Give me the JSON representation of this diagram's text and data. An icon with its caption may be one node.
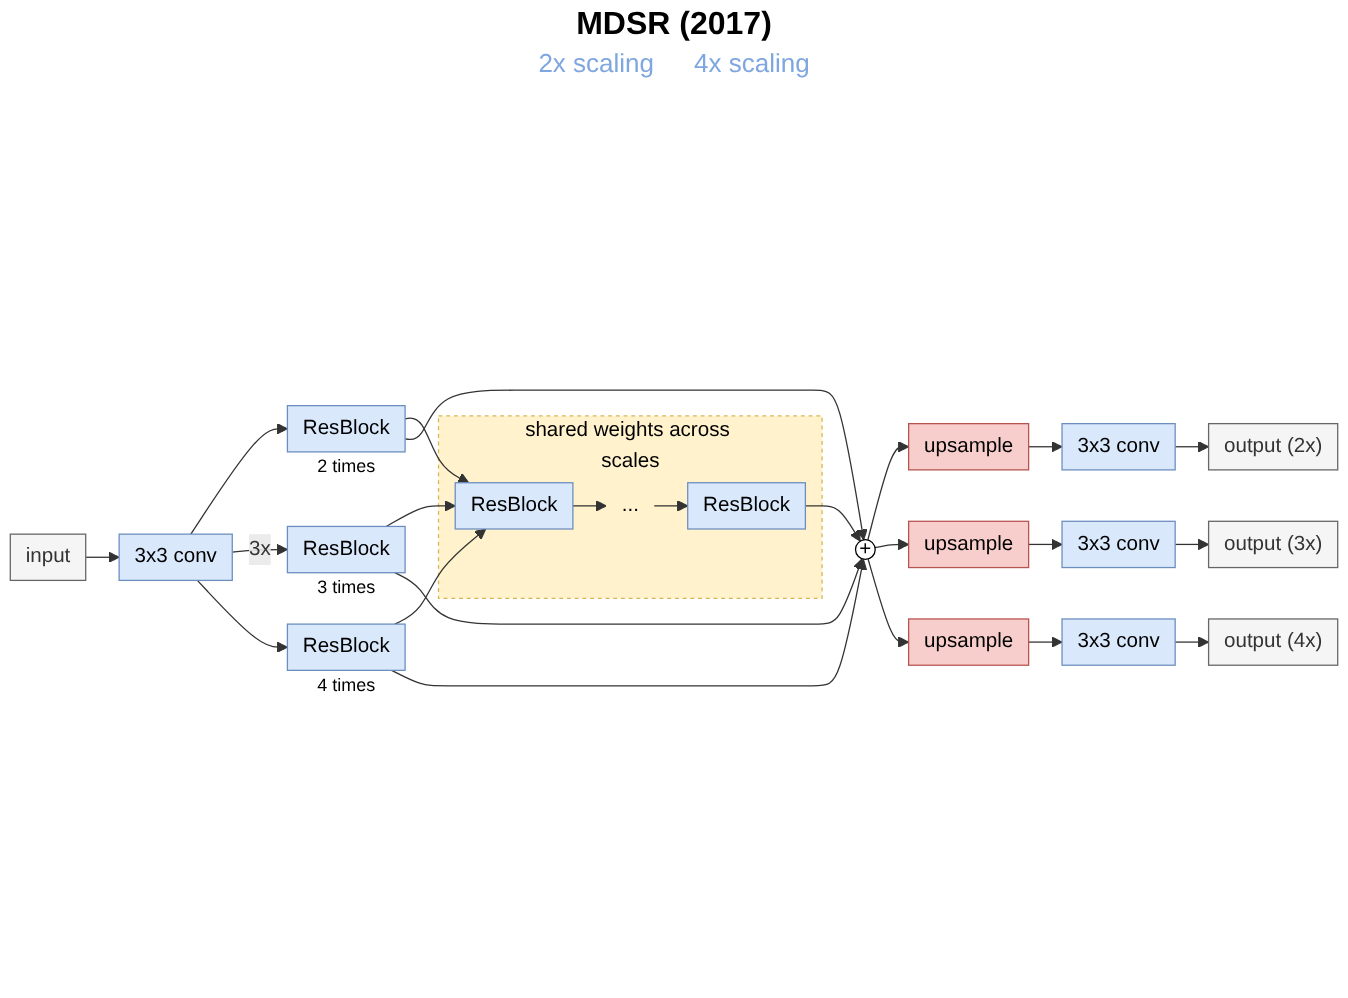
{
  "diagram": {
    "title": "MDSR (2017)",
    "nodes": [
      {
        "text": [
          "input"
        ]
      },
      {
        "text": [
          "3x3 conv"
        ]
      },
      {
        "text": [
          "ResBlock"
        ],
        "beside": [
          "2 times"
        ]
      },
      {
        "text": [
          "ResBlock"
        ],
        "beside": [
          "3 times"
        ]
      },
      {
        "text": [
          "ResBlock"
        ],
        "beside": [
          "4 times"
        ]
      },
      {
        "text": [
          "shared weights across scales"
        ]
      },
      {
        "text": [
          "ResBlock"
        ],
        "in": 5
      },
      {
        "text": [
          "..."
        ],
        "in": 5
      },
      {
        "text": [
          "ResBlock"
        ],
        "in": 5
      },
      {
        "text": [
          "+"
        ]
      },
      {
        "text": [
          "upsample"
        ]
      },
      {
        "text": [
          "3x3 conv"
        ]
      },
      {
        "text": [
          "output (2x)"
        ]
      },
      {
        "text": [
          "upsample"
        ]
      },
      {
        "text": [
          "3x3 conv"
        ]
      },
      {
        "text": [
          "output (3x)"
        ]
      },
      {
        "text": [
          "upsample"
        ]
      },
      {
        "text": [
          "3x3 conv"
        ]
      },
      {
        "text": [
          "output (4x)"
        ]
      }
    ],
    "edges": [
      {
        "from": 0,
        "to": 1,
        "arrow": "to"
      },
      {
        "from": 1,
        "to": 2,
        "arrow": "to"
      },
      {
        "from": 1,
        "to": 3,
        "arrow": "to",
        "label": "3x"
      },
      {
        "from": 1,
        "to": 4,
        "arrow": "to"
      },
      {
        "from": 2,
        "to": 6,
        "arrow": "to"
      },
      {
        "from": 3,
        "to": 6,
        "arrow": "to"
      },
      {
        "from": 4,
        "to": 6,
        "arrow": "to"
      },
      {
        "from": 2,
        "to": 9,
        "arrow": "to"
      },
      {
        "from": 3,
        "to": 9,
        "arrow": "to"
      },
      {
        "from": 4,
        "to": 9,
        "arrow": "to"
      },
      {
        "from": 6,
        "to": 7,
        "arrow": "to"
      },
      {
        "from": 7,
        "to": 8,
        "arrow": "to"
      },
      {
        "from": 8,
        "to": 9,
        "arrow": "to"
      },
      {
        "from": 9,
        "to": 10,
        "arrow": "to"
      },
      {
        "from": 9,
        "to": 13,
        "arrow": "to"
      },
      {
        "from": 9,
        "to": 16,
        "arrow": "to"
      },
      {
        "from": 10,
        "to": 11,
        "arrow": "to"
      },
      {
        "from": 11,
        "to": 12,
        "arrow": "to"
      },
      {
        "from": 13,
        "to": 14,
        "arrow": "to"
      },
      {
        "from": 14,
        "to": 15,
        "arrow": "to"
      },
      {
        "from": 16,
        "to": 17,
        "arrow": "to"
      },
      {
        "from": 17,
        "to": 18,
        "arrow": "to"
      }
    ],
    "labels": [
      "2x scaling",
      "4x scaling"
    ]
  }
}
